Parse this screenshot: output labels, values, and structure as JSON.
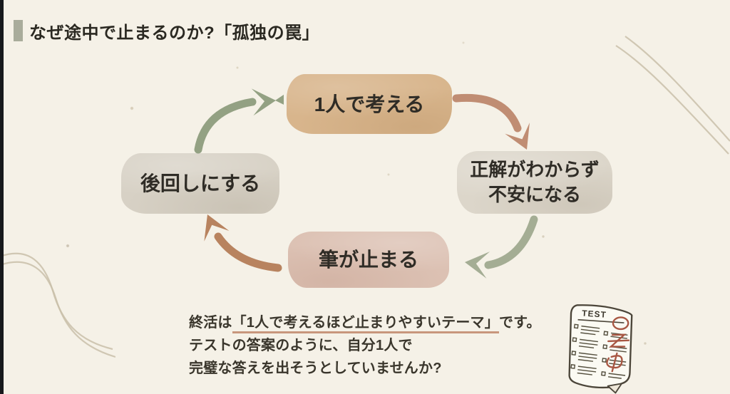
{
  "slide": {
    "title": "なぜ途中で止まるのか?「孤独の罠」",
    "cycle": {
      "top": {
        "label": "1人で考える"
      },
      "right": {
        "line1": "正解がわからず",
        "line2": "不安になる"
      },
      "bottom": {
        "label": "筆が止まる"
      },
      "left": {
        "label": "後回しにする"
      }
    },
    "note": {
      "line1_prefix": "終活は",
      "line1_underline": "「1人で考えるほど止まりやすいテーマ」",
      "line1_suffix": "です。",
      "line2": "テストの答案のように、自分1人で",
      "line3": "完璧な答えを出そうとしていませんか?"
    },
    "test_paper": {
      "label": "TEST"
    },
    "icons": {
      "arrow_left_to_top": "hand-drawn curved arrow pointing up-right, sage green",
      "arrow_top_to_right": "hand-drawn curved arrow pointing down-right, rust",
      "arrow_right_to_bottom": "hand-drawn curved arrow pointing left, sage green",
      "arrow_bottom_to_left": "hand-drawn curved arrow pointing up-left, rust",
      "test_paper": "hand-drawn test sheet with red grading marks",
      "corner_swirl_top_right": "thin double curved line ornament",
      "corner_swirl_bottom_left": "thin double S-curve line ornament"
    },
    "colors": {
      "background": "#f5f1e7",
      "edge_bar": "#17191c",
      "title_text": "#2b2922",
      "title_marker": "#a9ac9b",
      "node_top_bg": "#d8b58c",
      "node_right_bg": "#dcd6ca",
      "node_bottom_bg": "#dcc1b3",
      "node_left_bg": "#d7d1c5",
      "node_text": "#2f2c26",
      "arrow_green_dark": "#93a183",
      "arrow_green_light": "#a4ad94",
      "arrow_rust_light": "#c08d73",
      "arrow_rust_dark": "#b8835f",
      "note_text": "#3a362c",
      "note_underline": "#c8967c",
      "deco_line": "#c9bfa9",
      "test_paper_ink": "#4c463a",
      "test_paper_red": "#a85743"
    }
  }
}
